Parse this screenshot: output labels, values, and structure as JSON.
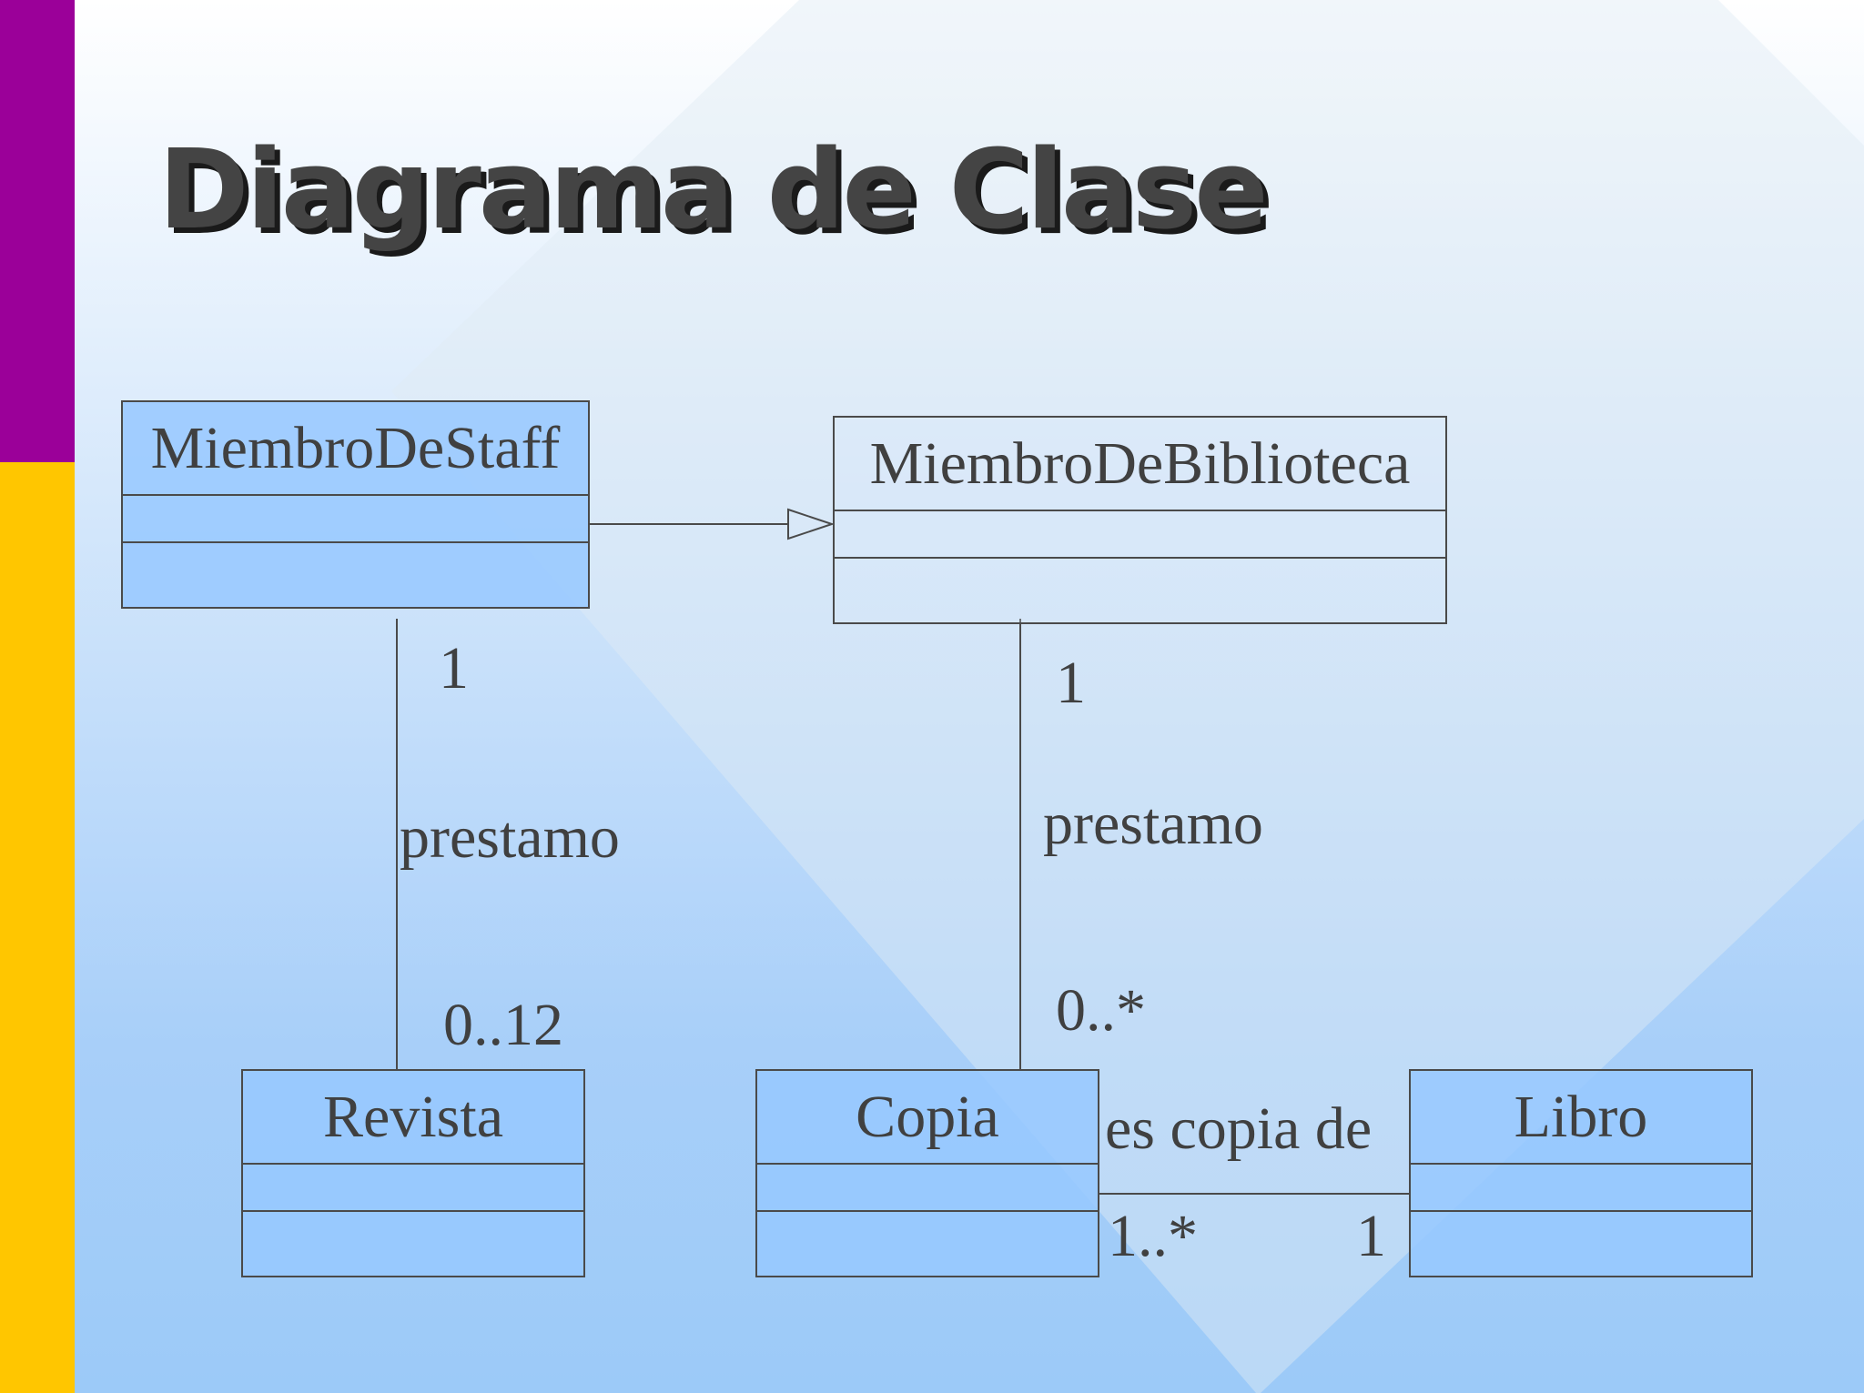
{
  "slide": {
    "title": "Diagrama de Clase"
  },
  "classes": {
    "staff": {
      "name": "MiembroDeStaff"
    },
    "biblioteca": {
      "name": "MiembroDeBiblioteca"
    },
    "revista": {
      "name": "Revista"
    },
    "copia": {
      "name": "Copia"
    },
    "libro": {
      "name": "Libro"
    }
  },
  "associations": {
    "staff_revista": {
      "name": "prestamo",
      "mult_top": "1",
      "mult_bottom": "0..12"
    },
    "biblioteca_copia": {
      "name": "prestamo",
      "mult_top": "1",
      "mult_bottom": "0..*"
    },
    "copia_libro": {
      "name": "es copia de",
      "mult_left": "1..*",
      "mult_right": "1"
    }
  },
  "colors": {
    "purple_bar": "#9b0099",
    "yellow_bar": "#ffc600",
    "class_fill": "#96c8ff"
  }
}
